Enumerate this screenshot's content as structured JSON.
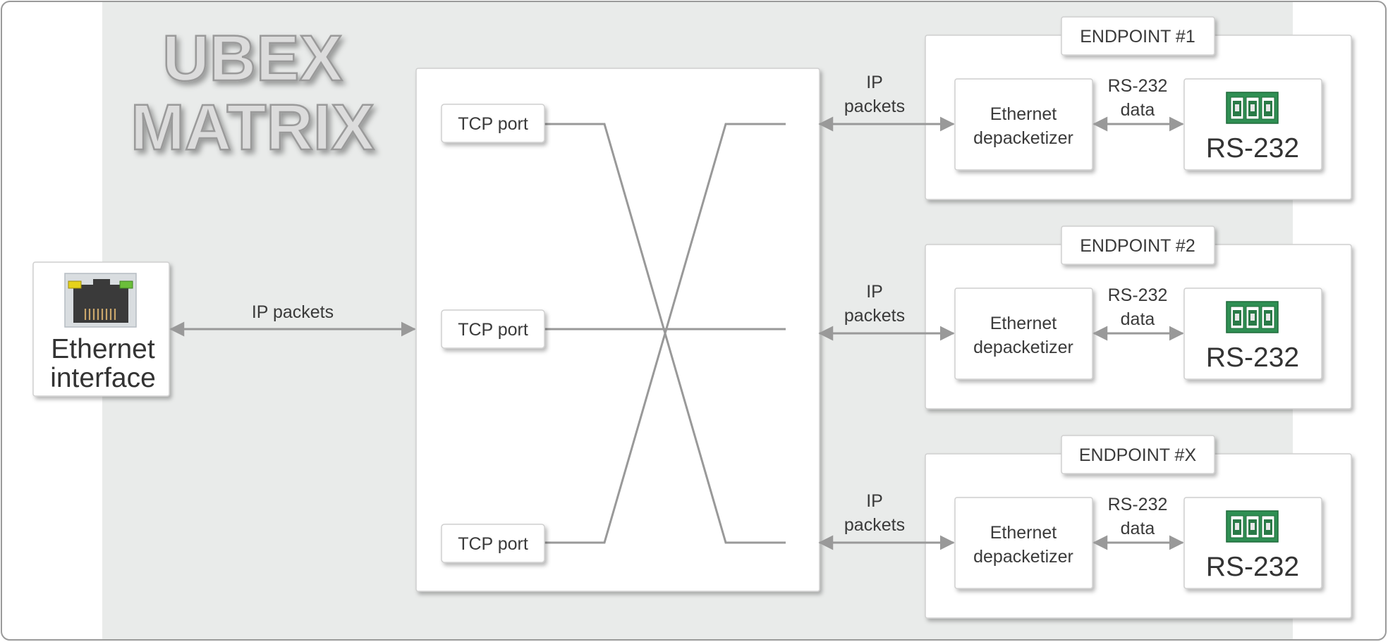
{
  "title": {
    "line1": "UBEX",
    "line2": "MATRIX"
  },
  "ethernet_interface": {
    "line1": "Ethernet",
    "line2": "interface"
  },
  "main_link_label": "IP packets",
  "matrix": {
    "ports": [
      "TCP port",
      "TCP port",
      "TCP port"
    ]
  },
  "endpoints": [
    {
      "title": "ENDPOINT #1",
      "ip_label_line1": "IP",
      "ip_label_line2": "packets",
      "depacketizer_line1": "Ethernet",
      "depacketizer_line2": "depacketizer",
      "data_label_line1": "RS-232",
      "data_label_line2": "data",
      "connector_label": "RS-232"
    },
    {
      "title": "ENDPOINT #2",
      "ip_label_line1": "IP",
      "ip_label_line2": "packets",
      "depacketizer_line1": "Ethernet",
      "depacketizer_line2": "depacketizer",
      "data_label_line1": "RS-232",
      "data_label_line2": "data",
      "connector_label": "RS-232"
    },
    {
      "title": "ENDPOINT #X",
      "ip_label_line1": "IP",
      "ip_label_line2": "packets",
      "depacketizer_line1": "Ethernet",
      "depacketizer_line2": "depacketizer",
      "data_label_line1": "RS-232",
      "data_label_line2": "data",
      "connector_label": "RS-232"
    }
  ],
  "colors": {
    "background_band": "#e9ebea",
    "line": "#999999",
    "connector_green": "#2f8f53",
    "led_yellow": "#e6d21a",
    "led_green": "#6bbf3a"
  }
}
